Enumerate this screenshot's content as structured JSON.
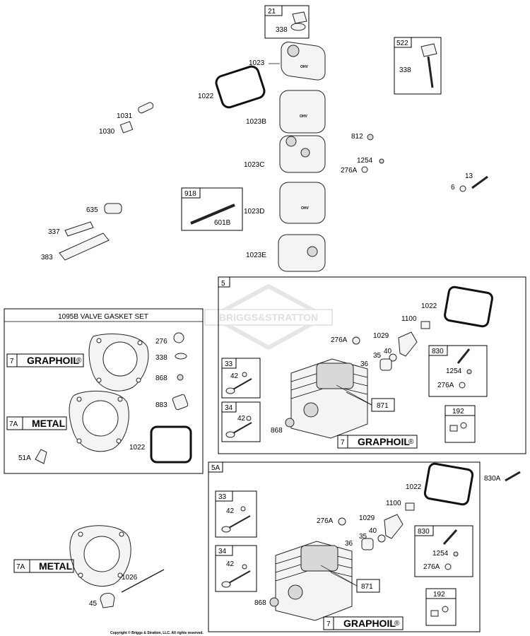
{
  "parts": {
    "p21": "21",
    "p338a": "338",
    "p522": "522",
    "p338b": "338",
    "p1023": "1023",
    "p1022a": "1022",
    "p1023b": "1023B",
    "p1031": "1031",
    "p1030": "1030",
    "p812": "812",
    "p1254a": "1254",
    "p276a_top": "276A",
    "p1023c": "1023C",
    "p13": "13",
    "p6": "6",
    "p918": "918",
    "p601b": "601B",
    "p1023d": "1023D",
    "p635": "635",
    "p337": "337",
    "p383": "383",
    "p1023e": "1023E",
    "p5": "5",
    "p1022b": "1022",
    "p1100a": "1100",
    "p276a_5": "276A",
    "p1029a": "1029",
    "p35a": "35",
    "p40a": "40",
    "p36a": "36",
    "p830a": "830",
    "p1254b": "1254",
    "p276a_830": "276A",
    "p33a": "33",
    "p42a": "42",
    "p34a": "34",
    "p42b": "42",
    "p868a": "868",
    "p871a": "871",
    "p192a": "192",
    "p7a": "7",
    "p276": "276",
    "p338c": "338",
    "p868b": "868",
    "p883": "883",
    "p7b": "7",
    "p7A_a": "7A",
    "p1022c": "1022",
    "p51A": "51A",
    "p5A": "5A",
    "p830A": "830A",
    "p1022d": "1022",
    "p1100b": "1100",
    "p276a_5A": "276A",
    "p1029b": "1029",
    "p35b": "35",
    "p40b": "40",
    "p36b": "36",
    "p830b": "830",
    "p1254c": "1254",
    "p276a_830b": "276A",
    "p33b": "33",
    "p42c": "42",
    "p34b": "34",
    "p42d": "42",
    "p868c": "868",
    "p871b": "871",
    "p192b": "192",
    "p7c": "7",
    "p7A_b": "7A",
    "p1026": "1026",
    "p45": "45"
  },
  "kit_title": "1095B VALVE GASKET SET",
  "graphoil": "GRAPHOIL",
  "registered": "®",
  "metal": "METAL",
  "ohv": "OHV",
  "watermark": "BRIGGS&STRATTON",
  "copyright": "Copyright © Briggs & Stratton, LLC. All rights reserved."
}
